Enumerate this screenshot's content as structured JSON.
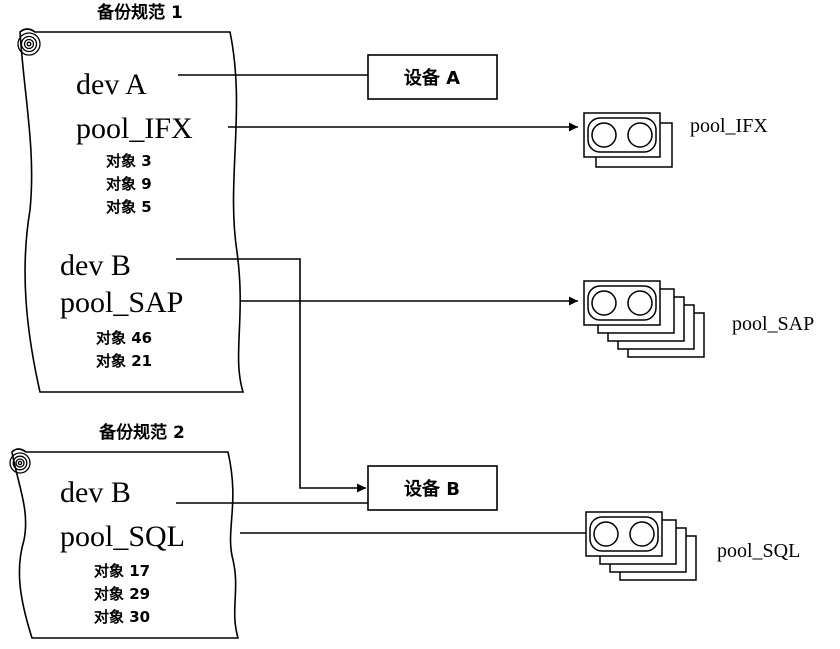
{
  "spec1": {
    "title": "备份规范 1",
    "dev_a": "dev A",
    "pool_ifx": "pool_IFX",
    "objects_a": [
      "对象 3",
      "对象 9",
      "对象 5"
    ],
    "dev_b": "dev B",
    "pool_sap": "pool_SAP",
    "objects_b": [
      "对象 46",
      "对象 21"
    ]
  },
  "spec2": {
    "title": "备份规范 2",
    "dev_b": "dev B",
    "pool_sql": "pool_SQL",
    "objects": [
      "对象 17",
      "对象 29",
      "对象 30"
    ]
  },
  "devices": {
    "a": "设备 A",
    "b": "设备 B"
  },
  "pools": {
    "ifx": "pool_IFX",
    "sap": "pool_SAP",
    "sql": "pool_SQL"
  }
}
